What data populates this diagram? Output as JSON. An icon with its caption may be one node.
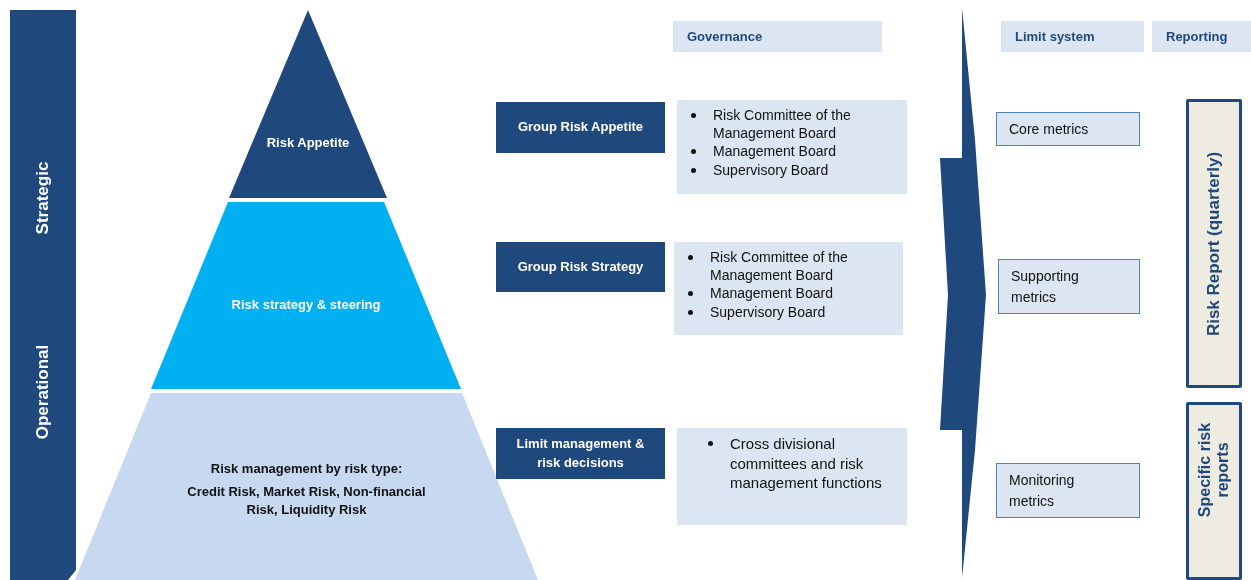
{
  "diagram": {
    "nodes": [
      {
        "text": [
          "Strategic",
          "Operational"
        ]
      },
      {
        "text": [
          "Risk Appetite"
        ]
      },
      {
        "text": [
          "Risk strategy & steering"
        ]
      },
      {
        "text": [
          "Risk management by risk type:",
          "Credit Risk, Market Risk, Non-financial Risk, Liquidity Risk"
        ]
      },
      {
        "text": [
          "Governance"
        ]
      },
      {
        "text": [
          "Limit system"
        ]
      },
      {
        "text": [
          "Reporting"
        ]
      },
      {
        "text": [
          "Group Risk Appetite"
        ]
      },
      {
        "text": [
          "Risk Committee of the Management Board",
          "Management Board",
          "Supervisory Board"
        ]
      },
      {
        "text": [
          "Group Risk Strategy"
        ]
      },
      {
        "text": [
          "Risk Committee of the Management Board",
          "Management Board",
          "Supervisory Board"
        ]
      },
      {
        "text": [
          "Limit management & risk decisions"
        ]
      },
      {
        "text": [
          "Cross divisional committees and risk management functions"
        ]
      },
      {
        "text": [],
        "shape": "chevron"
      },
      {
        "text": [
          "Core metrics"
        ]
      },
      {
        "text": [
          "Supporting metrics"
        ]
      },
      {
        "text": [
          "Monitoring metrics"
        ]
      },
      {
        "text": [
          "Risk Report (quarterly)"
        ]
      },
      {
        "text": [
          "Specific risk reports"
        ]
      }
    ]
  }
}
